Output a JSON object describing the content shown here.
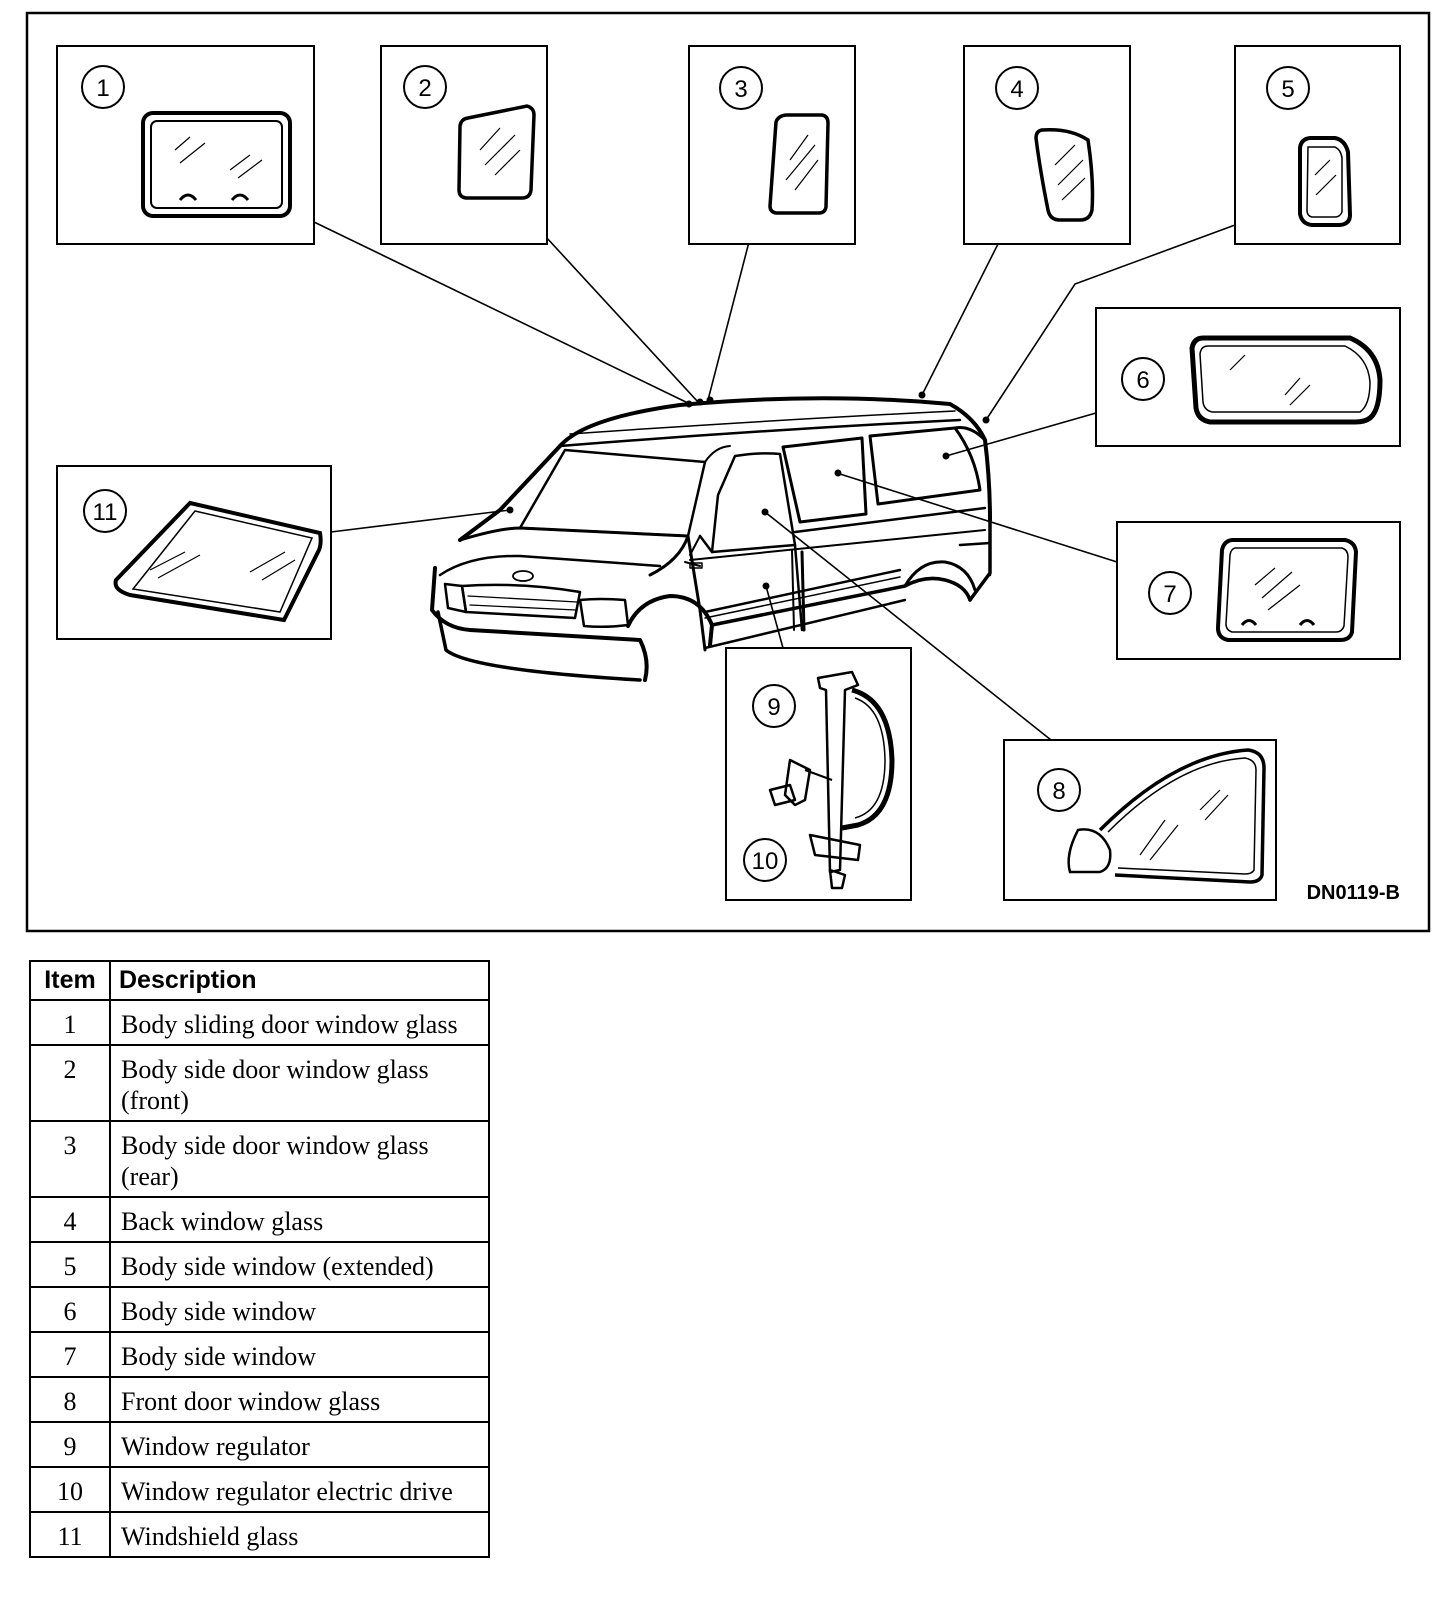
{
  "diagram": {
    "code": "DN0119-B",
    "callouts": [
      "1",
      "2",
      "3",
      "4",
      "5",
      "6",
      "7",
      "8",
      "9",
      "10",
      "11"
    ]
  },
  "legend": {
    "header_item": "Item",
    "header_description": "Description",
    "rows": [
      {
        "item": "1",
        "description": "Body sliding door window glass"
      },
      {
        "item": "2",
        "description": "Body side door window glass (front)"
      },
      {
        "item": "3",
        "description": "Body side door window glass (rear)"
      },
      {
        "item": "4",
        "description": "Back window glass"
      },
      {
        "item": "5",
        "description": "Body side window (extended)"
      },
      {
        "item": "6",
        "description": "Body side window"
      },
      {
        "item": "7",
        "description": "Body side window"
      },
      {
        "item": "8",
        "description": "Front door window glass"
      },
      {
        "item": "9",
        "description": "Window regulator"
      },
      {
        "item": "10",
        "description": "Window regulator electric drive"
      },
      {
        "item": "11",
        "description": "Windshield glass"
      }
    ]
  }
}
